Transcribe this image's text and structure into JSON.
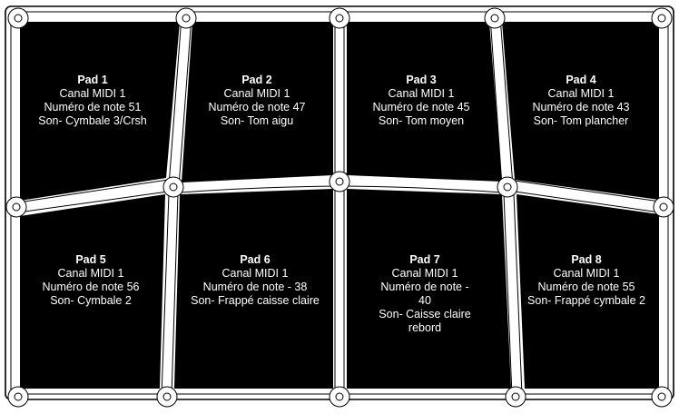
{
  "colors": {
    "pad_fill": "#000000",
    "frame_stroke": "#000000",
    "frame_fill": "#ffffff",
    "text": "#ffffff"
  },
  "pads": [
    {
      "title": "Pad 1",
      "lines": [
        "Canal MIDI 1",
        "Numéro de note 51",
        "Son- Cymbale 3/Crsh"
      ]
    },
    {
      "title": "Pad 2",
      "lines": [
        "Canal MIDI 1",
        "Numéro de note 47",
        "Son- Tom aigu"
      ]
    },
    {
      "title": "Pad 3",
      "lines": [
        "Canal MIDI 1",
        "Numéro de note 45",
        "Son- Tom moyen"
      ]
    },
    {
      "title": "Pad 4",
      "lines": [
        "Canal MIDI 1",
        "Numéro de note 43",
        "Son- Tom plancher"
      ]
    },
    {
      "title": "Pad 5",
      "lines": [
        "Canal MIDI 1",
        "Numéro de note 56",
        "Son- Cymbale 2"
      ]
    },
    {
      "title": "Pad 6",
      "lines": [
        "Canal MIDI 1",
        "Numéro de note - 38",
        "Son- Frappé caisse claire"
      ]
    },
    {
      "title": "Pad 7",
      "lines": [
        "Canal MIDI 1",
        "Numéro de note -",
        "40",
        "Son- Caisse claire",
        "rebord"
      ]
    },
    {
      "title": "Pad 8",
      "lines": [
        "Canal MIDI 1",
        "Numéro de note 55",
        "Son- Frappé cymbale 2"
      ]
    }
  ]
}
